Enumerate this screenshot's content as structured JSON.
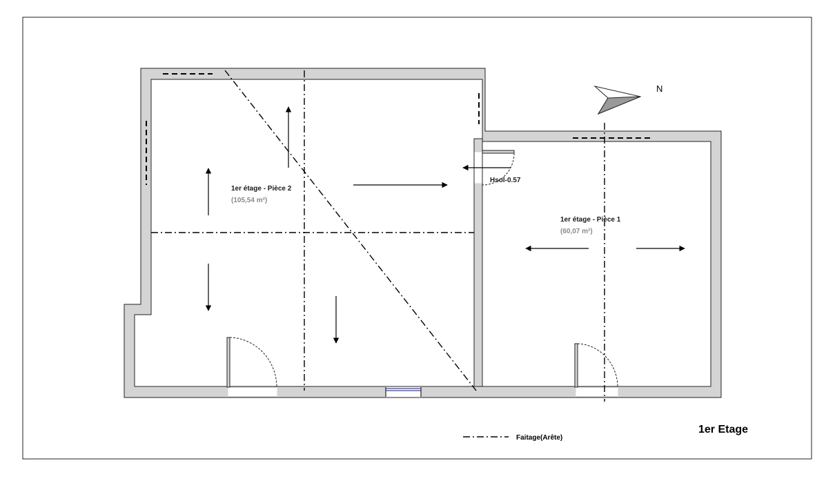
{
  "plan": {
    "rooms": [
      {
        "name": "1er étage - Pièce 2",
        "area": "(105,54 m²)"
      },
      {
        "name": "1er étage - Pièce 1",
        "area": "(60,07 m²)"
      }
    ],
    "annotation": "Hsol-0.57",
    "north_label": "N",
    "floor_title": "1er Etage",
    "legend": {
      "label": "Faitage(Arête)"
    },
    "colors": {
      "wall_fill": "#d4d4d4",
      "wall_stroke": "#222222",
      "window": "#3b3bb0"
    }
  }
}
